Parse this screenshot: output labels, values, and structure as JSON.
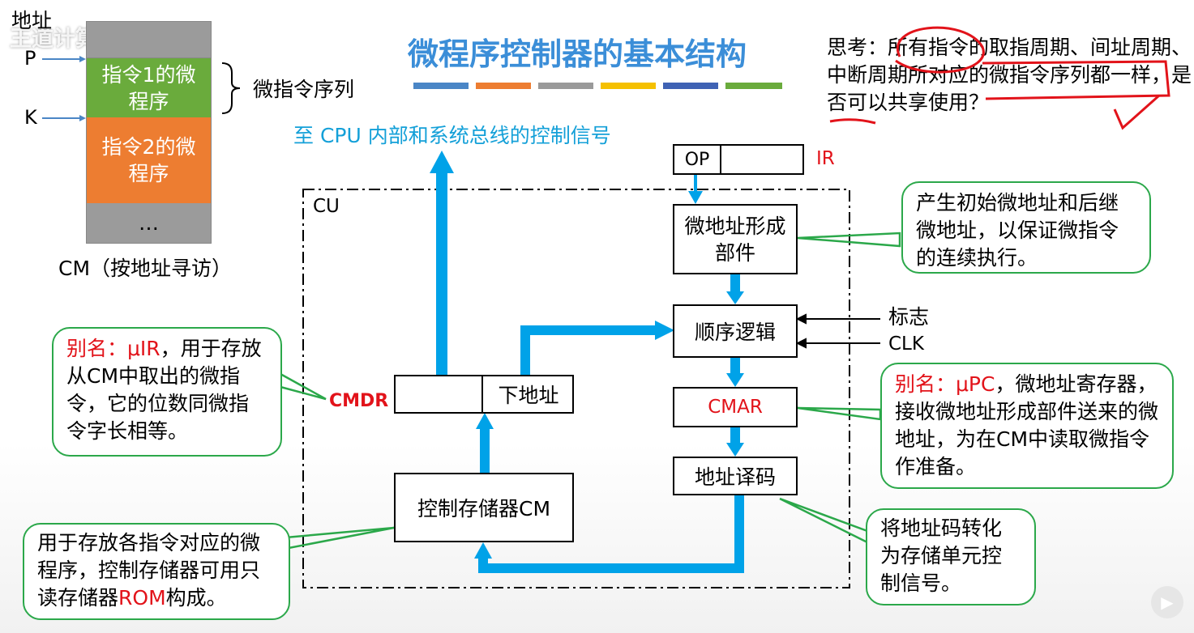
{
  "title": "微程序控制器的基本结构",
  "title_bar_colors": [
    "#4a86c6",
    "#ed7d31",
    "#9a9a9a",
    "#f5c000",
    "#3f62b4",
    "#6aab3c"
  ],
  "watermark": "王道计算机教育",
  "cm_panel": {
    "address_label": "地址",
    "p_label": "P",
    "k_label": "K",
    "cell1": "指令1的微程序",
    "cell2": "指令2的微程序",
    "cell3": "…",
    "brace_label": "微指令序列",
    "caption": "CM（按地址寻访）"
  },
  "think": {
    "prefix": "思考：",
    "text": "所有指令的取指周期、间址周期、中断周期所对应的微指令序列都一样，是否可以共享使用？"
  },
  "control_signals_label": "至 CPU 内部和系统总线的控制信号",
  "cu_label": "CU",
  "ir": {
    "op": "OP",
    "label": "IR"
  },
  "blocks": {
    "micro_addr_gen": "微地址形成部件",
    "seq_logic": "顺序逻辑",
    "cmar": "CMAR",
    "addr_decode": "地址译码",
    "cm": "控制存储器CM",
    "next_addr": "下地址",
    "cmdr": "CMDR"
  },
  "inputs": {
    "flag": "标志",
    "clk": "CLK"
  },
  "callouts": {
    "micro_addr": "产生初始微地址和后继微地址，以保证微指令的连续执行。",
    "cmdr_alias": "别名：μIR",
    "cmdr_rest": "，用于存放从CM中取出的微指令，它的位数同微指令字长相等。",
    "cmar_alias": "别名：μPC",
    "cmar_rest": "，微地址寄存器，接收微地址形成部件送来的微地址，为在CM中读取微指令作准备。",
    "decode": "将地址码转化为存储单元控制信号。",
    "cm_pre": "用于存放各指令对应的微程序，控制存储器可用只读存储器",
    "cm_rom": "ROM",
    "cm_post": "构成。"
  },
  "colors": {
    "arrow_blue": "#00a2e8",
    "callout_green": "#2ba84a",
    "red": "#e2131a",
    "title_blue": "#3b8ed8"
  }
}
